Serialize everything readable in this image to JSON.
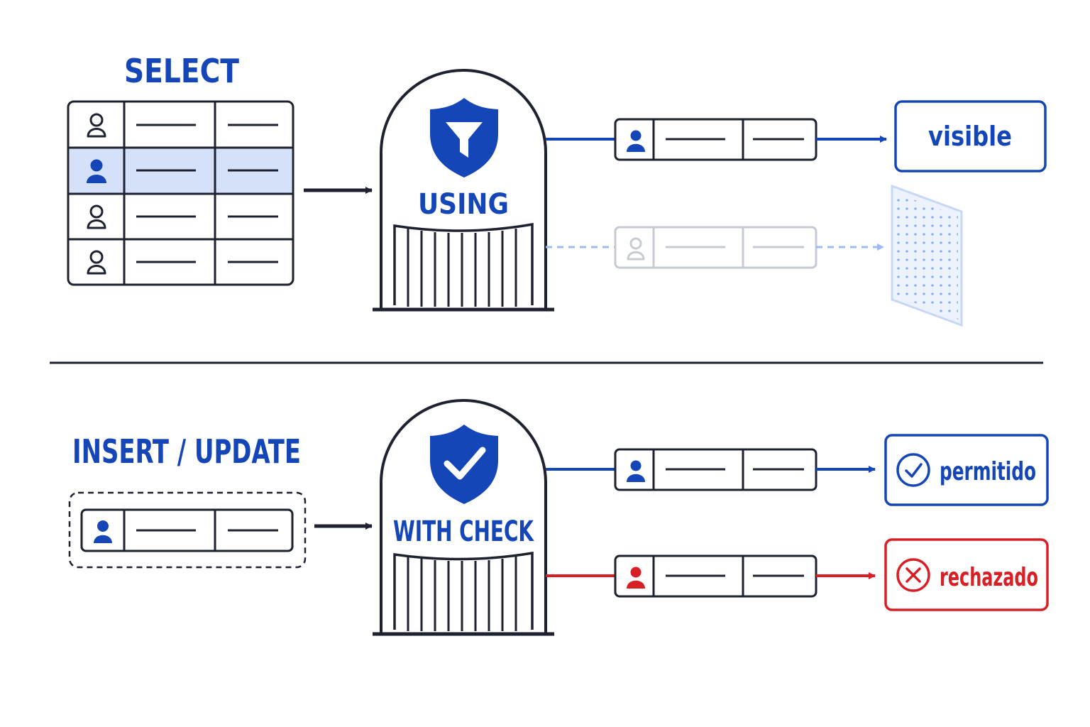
{
  "colors": {
    "ink": "#1e2230",
    "blue": "#1446b8",
    "blue_light": "#d4e1f8",
    "faded": "#c6cad3",
    "faded_arrow": "#9fbaf0",
    "red": "#d81f26"
  },
  "select": {
    "heading": "SELECT",
    "gate_label": "USING",
    "gate_icon": "filter-shield-icon",
    "table_rows": [
      {
        "icon": "user-outline-icon",
        "highlighted": false
      },
      {
        "icon": "user-filled-icon",
        "highlighted": true
      },
      {
        "icon": "user-outline-icon",
        "highlighted": false
      },
      {
        "icon": "user-outline-icon",
        "highlighted": false
      }
    ],
    "visible_label": "visible",
    "hidden_target_icon": "dotted-panel-icon"
  },
  "write": {
    "heading": "INSERT / UPDATE",
    "gate_label": "WITH CHECK",
    "gate_icon": "check-shield-icon",
    "allowed_label": "permitido",
    "allowed_icon": "check-circle-icon",
    "rejected_label": "rechazado",
    "rejected_icon": "x-circle-icon"
  }
}
